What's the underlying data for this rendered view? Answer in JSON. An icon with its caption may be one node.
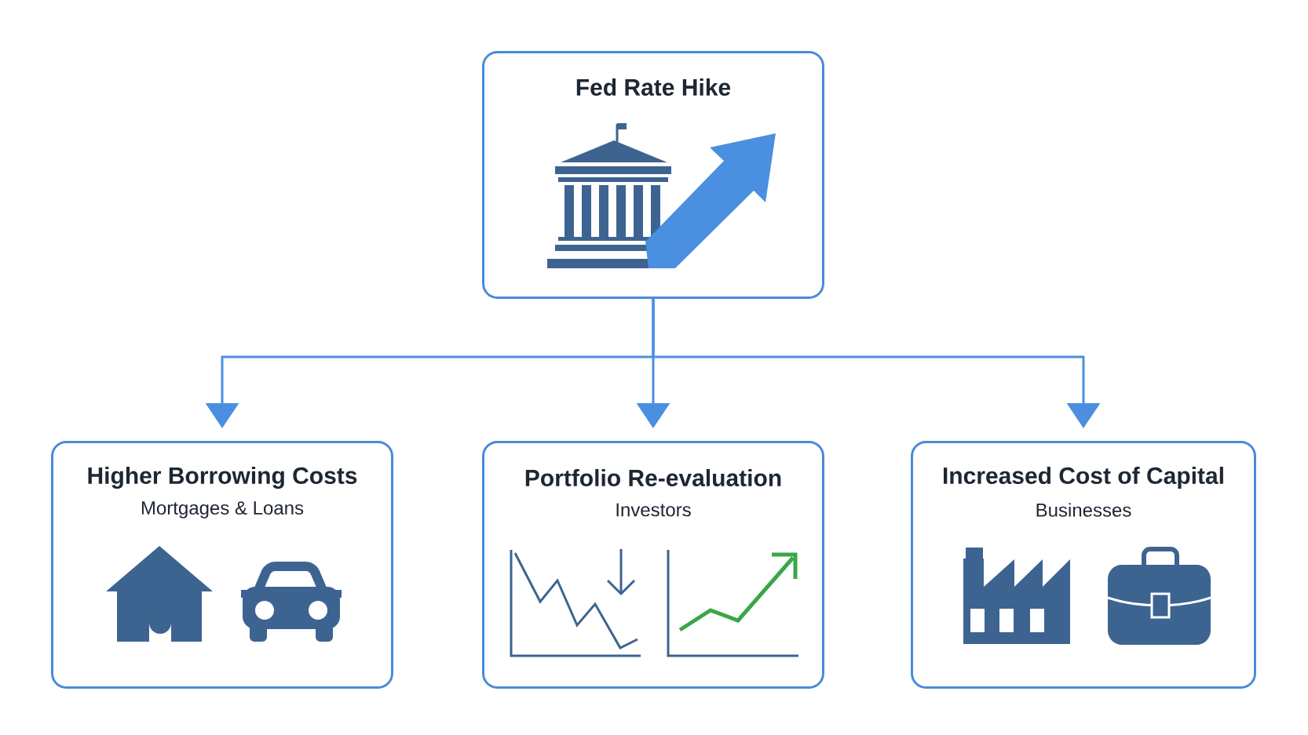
{
  "diagram": {
    "nodes": [
      {
        "text": [
          "Fed Rate Hike"
        ]
      },
      {
        "text": [
          "Higher Borrowing Costs",
          "Mortgages & Loans"
        ]
      },
      {
        "text": [
          "Portfolio Re-evaluation",
          "Investors"
        ]
      },
      {
        "text": [
          "Increased Cost of Capital",
          "Businesses"
        ]
      }
    ],
    "edges": [
      {
        "from": 0,
        "to": 1,
        "arrow": "to"
      },
      {
        "from": 0,
        "to": 2,
        "arrow": "to"
      },
      {
        "from": 0,
        "to": 3,
        "arrow": "to"
      }
    ]
  }
}
